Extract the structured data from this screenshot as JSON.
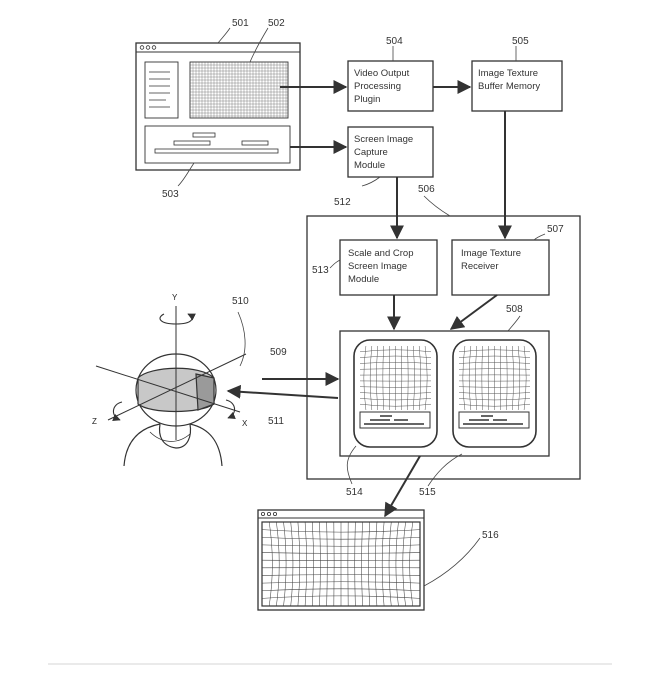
{
  "boxes": {
    "video_output": [
      "Video Output",
      "Processing",
      "Plugin"
    ],
    "texture_buffer": [
      "Image Texture",
      "Buffer Memory"
    ],
    "screen_capture": [
      "Screen Image",
      "Capture",
      "Module"
    ],
    "scale_crop": [
      "Scale and Crop",
      "Screen Image",
      "Module"
    ],
    "texture_receiver": [
      "Image Texture",
      "Receiver"
    ]
  },
  "refs": {
    "r501": "501",
    "r502": "502",
    "r503": "503",
    "r504": "504",
    "r505": "505",
    "r506": "506",
    "r507": "507",
    "r508": "508",
    "r509": "509",
    "r510": "510",
    "r511": "511",
    "r512": "512",
    "r513": "513",
    "r514": "514",
    "r515": "515",
    "r516": "516"
  },
  "axes": {
    "x": "X",
    "y": "Y",
    "z": "Z"
  },
  "colors": {
    "line": "#333333",
    "grid": "#555555",
    "divider": "#dddddd"
  }
}
